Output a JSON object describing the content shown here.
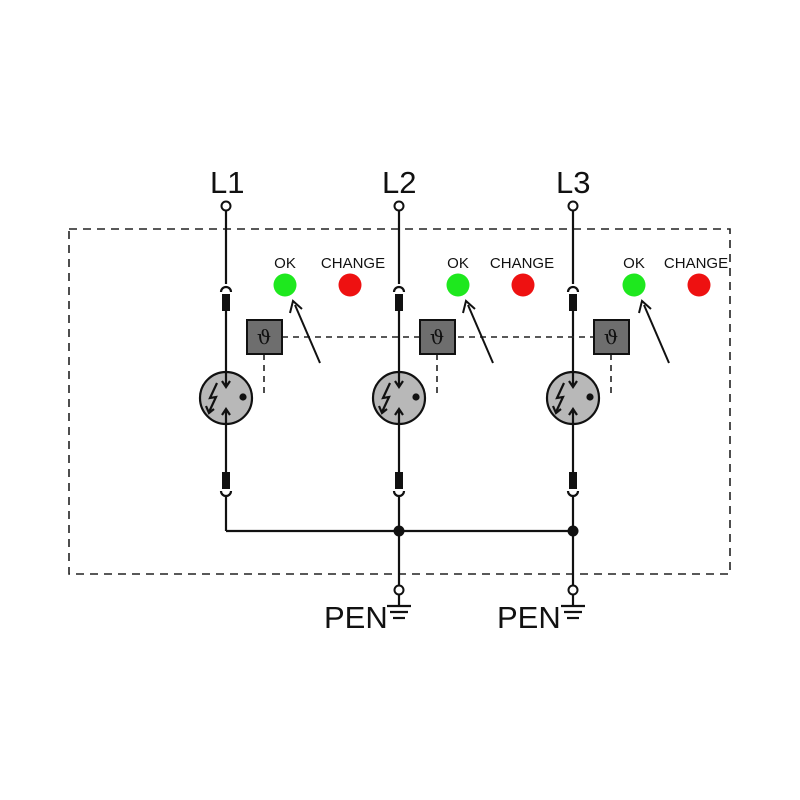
{
  "phases": [
    {
      "label": "L1"
    },
    {
      "label": "L2"
    },
    {
      "label": "L3"
    }
  ],
  "indicators": {
    "ok_label": "OK",
    "change_label": "CHANGE",
    "ok_color": "#1ee81e",
    "change_color": "#ee1111"
  },
  "thermal_symbol": "ϑ",
  "grounds": [
    {
      "label": "PEN"
    },
    {
      "label": "PEN"
    }
  ],
  "colors": {
    "varistor_fill": "#b8b8b8",
    "thermal_fill": "#6e6e6e"
  }
}
